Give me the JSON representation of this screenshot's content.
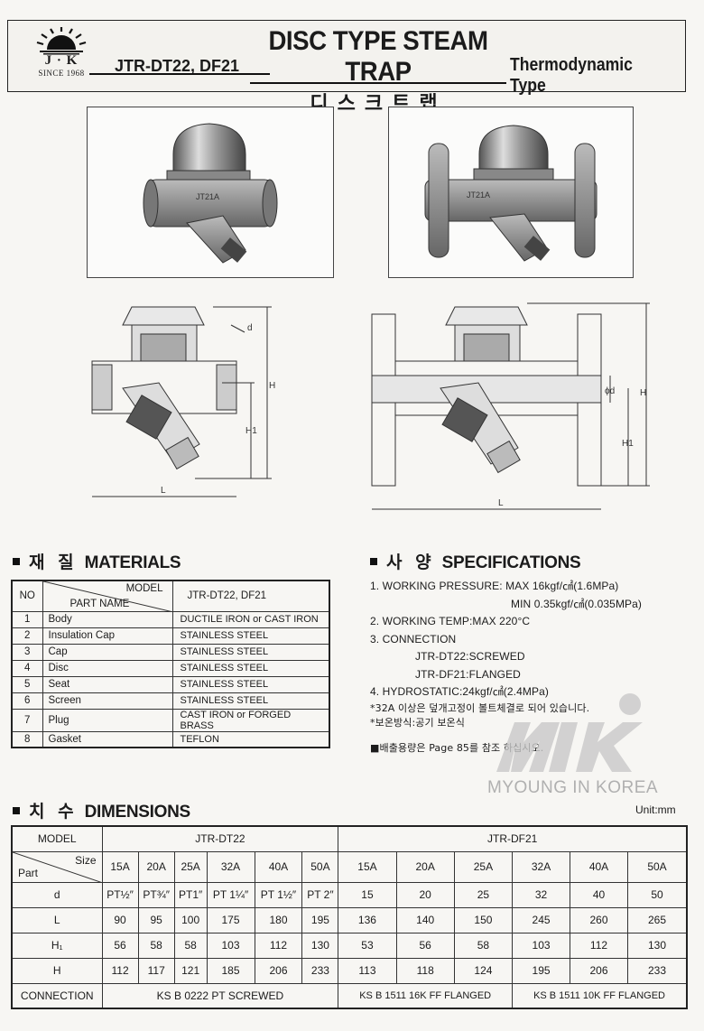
{
  "header": {
    "logo_text": "J · K",
    "logo_since": "SINCE 1968",
    "model": "JTR-DT22, DF21",
    "title": "DISC TYPE STEAM TRAP",
    "title_kr": "디스크트랩",
    "type": "Thermodynamic Type"
  },
  "drawings": {
    "left_labels": {
      "d": "d",
      "H": "H",
      "H1": "H1",
      "L": "L"
    },
    "right_labels": {
      "d": "ϕd",
      "H": "H",
      "H1": "H1",
      "L": "L"
    }
  },
  "materials": {
    "heading_kr": "재 질",
    "heading_en": "MATERIALS",
    "col_no": "NO",
    "col_model": "MODEL",
    "col_part": "PART NAME",
    "model_value": "JTR-DT22, DF21",
    "rows": [
      {
        "no": "1",
        "part": "Body",
        "material": "DUCTILE IRON or CAST IRON"
      },
      {
        "no": "2",
        "part": "Insulation Cap",
        "material": "STAINLESS STEEL"
      },
      {
        "no": "3",
        "part": "Cap",
        "material": "STAINLESS STEEL"
      },
      {
        "no": "4",
        "part": "Disc",
        "material": "STAINLESS STEEL"
      },
      {
        "no": "5",
        "part": "Seat",
        "material": "STAINLESS STEEL"
      },
      {
        "no": "6",
        "part": "Screen",
        "material": "STAINLESS STEEL"
      },
      {
        "no": "7",
        "part": "Plug",
        "material": "CAST IRON or FORGED BRASS"
      },
      {
        "no": "8",
        "part": "Gasket",
        "material": "TEFLON"
      }
    ]
  },
  "specs": {
    "heading_kr": "사 양",
    "heading_en": "SPECIFICATIONS",
    "line1": "1. WORKING PRESSURE: MAX 16kgf/㎠(1.6MPa)",
    "line1b": "MIN 0.35kgf/㎠(0.035MPa)",
    "line2": "2. WORKING TEMP:MAX 220°C",
    "line3": "3. CONNECTION",
    "line3a": "JTR-DT22:SCREWED",
    "line3b": "JTR-DF21:FLANGED",
    "line4": "4. HYDROSTATIC:24kgf/㎠(2.4MPa)",
    "note1": "*32A 이상은 덮개고정이 볼트체결로 되어 있습니다.",
    "note2": "*보온방식:공기 보온식",
    "note3": "■배출용량은 Page 85를 참조 하십시오."
  },
  "watermark": {
    "text": "MYOUNG IN KOREA"
  },
  "dimensions": {
    "heading_kr": "치 수",
    "heading_en": "DIMENSIONS",
    "unit": "Unit:mm",
    "model_label": "MODEL",
    "group1": "JTR-DT22",
    "group2": "JTR-DF21",
    "size_label": "Size",
    "part_label": "Part",
    "sizes": [
      "15A",
      "20A",
      "25A",
      "32A",
      "40A",
      "50A",
      "15A",
      "20A",
      "25A",
      "32A",
      "40A",
      "50A"
    ],
    "rows": [
      {
        "label": "d",
        "values": [
          "PT½″",
          "PT¾″",
          "PT1″",
          "PT 1¼″",
          "PT 1½″",
          "PT 2″",
          "15",
          "20",
          "25",
          "32",
          "40",
          "50"
        ]
      },
      {
        "label": "L",
        "values": [
          "90",
          "95",
          "100",
          "175",
          "180",
          "195",
          "136",
          "140",
          "150",
          "245",
          "260",
          "265"
        ]
      },
      {
        "label": "H₁",
        "values": [
          "56",
          "58",
          "58",
          "103",
          "112",
          "130",
          "53",
          "56",
          "58",
          "103",
          "112",
          "130"
        ]
      },
      {
        "label": "H",
        "values": [
          "112",
          "117",
          "121",
          "185",
          "206",
          "233",
          "113",
          "118",
          "124",
          "195",
          "206",
          "233"
        ]
      }
    ],
    "connection_label": "CONNECTION",
    "conn1": "KS B 0222 PT SCREWED",
    "conn2": "KS B 1511 16K FF FLANGED",
    "conn3": "KS B 1511 10K FF FLANGED"
  }
}
